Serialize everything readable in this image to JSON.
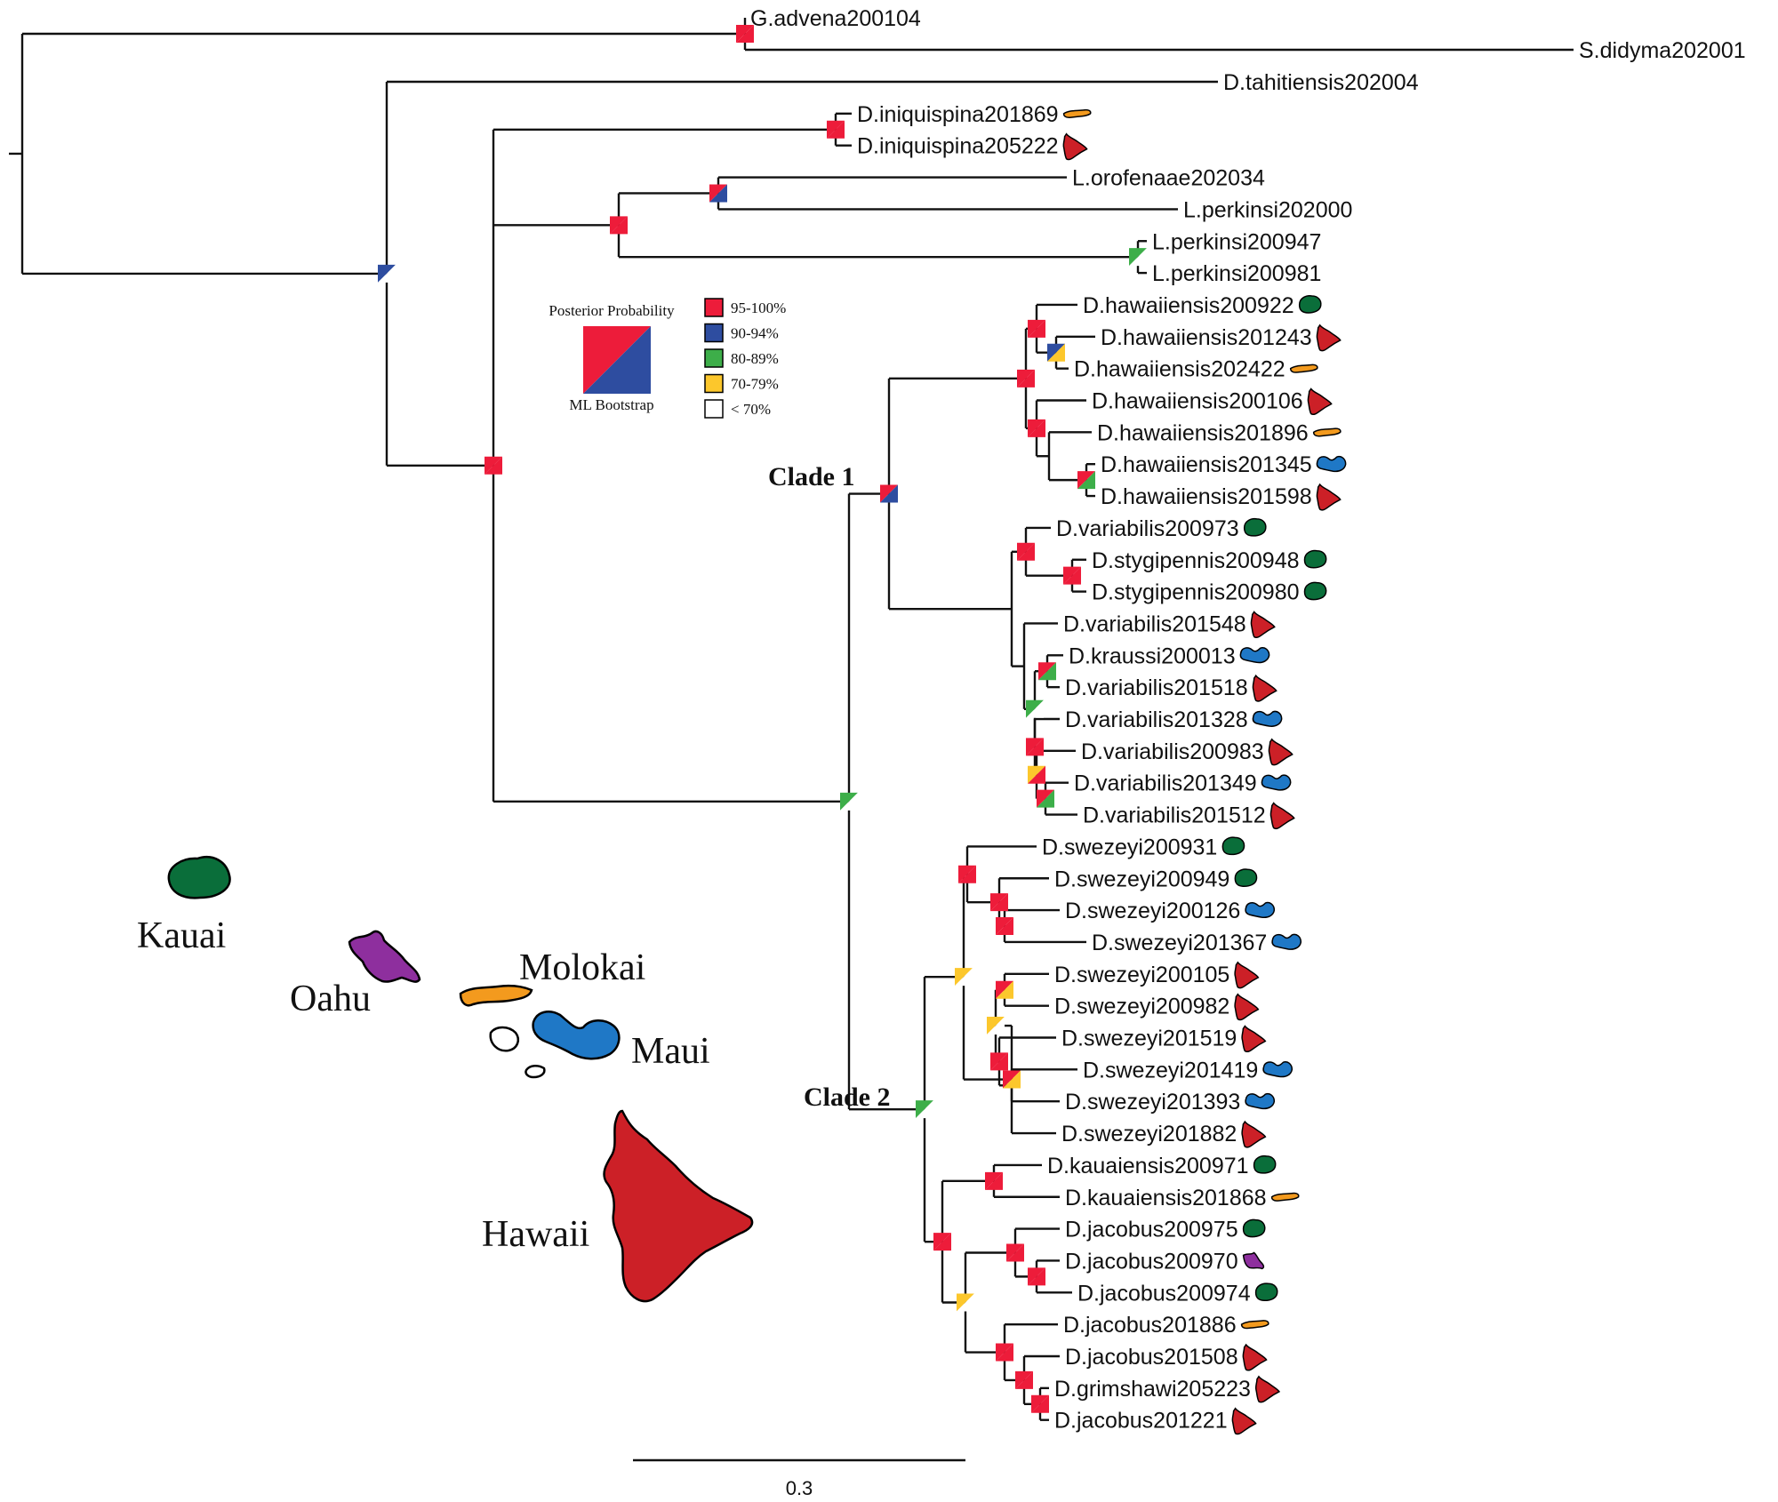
{
  "colors": {
    "pp95": "#ED1C3A",
    "bs90": "#2E4DA0",
    "c80": "#3DAE49",
    "c70": "#FCC72C",
    "kauai": "#0A6E3A",
    "oahu": "#8E2F9E",
    "molokai": "#F39A1E",
    "maui": "#1F78C6",
    "hawaii": "#CC2027"
  },
  "taxa": [
    {
      "label": "G.advena200104",
      "island": ""
    },
    {
      "label": "S.didyma202001",
      "island": ""
    },
    {
      "label": "D.tahitiensis202004",
      "island": ""
    },
    {
      "label": "D.iniquispina201869",
      "island": "molokai"
    },
    {
      "label": "D.iniquispina205222",
      "island": "hawaii"
    },
    {
      "label": "L.orofenaae202034",
      "island": ""
    },
    {
      "label": "L.perkinsi202000",
      "island": ""
    },
    {
      "label": "L.perkinsi200947",
      "island": ""
    },
    {
      "label": "L.perkinsi200981",
      "island": ""
    },
    {
      "label": "D.hawaiiensis200922",
      "island": "kauai"
    },
    {
      "label": "D.hawaiiensis201243",
      "island": "hawaii"
    },
    {
      "label": "D.hawaiiensis202422",
      "island": "molokai"
    },
    {
      "label": "D.hawaiiensis200106",
      "island": "hawaii"
    },
    {
      "label": "D.hawaiiensis201896",
      "island": "molokai"
    },
    {
      "label": "D.hawaiiensis201345",
      "island": "maui"
    },
    {
      "label": "D.hawaiiensis201598",
      "island": "hawaii"
    },
    {
      "label": "D.variabilis200973",
      "island": "kauai"
    },
    {
      "label": "D.stygipennis200948",
      "island": "kauai"
    },
    {
      "label": "D.stygipennis200980",
      "island": "kauai"
    },
    {
      "label": "D.variabilis201548",
      "island": "hawaii"
    },
    {
      "label": "D.kraussi200013",
      "island": "maui"
    },
    {
      "label": "D.variabilis201518",
      "island": "hawaii"
    },
    {
      "label": "D.variabilis201328",
      "island": "maui"
    },
    {
      "label": "D.variabilis200983",
      "island": "hawaii"
    },
    {
      "label": "D.variabilis201349",
      "island": "maui"
    },
    {
      "label": "D.variabilis201512",
      "island": "hawaii"
    },
    {
      "label": "D.swezeyi200931",
      "island": "kauai"
    },
    {
      "label": "D.swezeyi200949",
      "island": "kauai"
    },
    {
      "label": "D.swezeyi200126",
      "island": "maui"
    },
    {
      "label": "D.swezeyi201367",
      "island": "maui"
    },
    {
      "label": "D.swezeyi200105",
      "island": "hawaii"
    },
    {
      "label": "D.swezeyi200982",
      "island": "hawaii"
    },
    {
      "label": "D.swezeyi201519",
      "island": "hawaii"
    },
    {
      "label": "D.swezeyi201419",
      "island": "maui"
    },
    {
      "label": "D.swezeyi201393",
      "island": "maui"
    },
    {
      "label": "D.swezeyi201882",
      "island": "hawaii"
    },
    {
      "label": "D.kauaiensis200971",
      "island": "kauai"
    },
    {
      "label": "D.kauaiensis201868",
      "island": "molokai"
    },
    {
      "label": "D.jacobus200975",
      "island": "kauai"
    },
    {
      "label": "D.jacobus200970",
      "island": "oahu"
    },
    {
      "label": "D.jacobus200974",
      "island": "kauai"
    },
    {
      "label": "D.jacobus201886",
      "island": "molokai"
    },
    {
      "label": "D.jacobus201508",
      "island": "hawaii"
    },
    {
      "label": "D.grimshawi205223",
      "island": "hawaii"
    },
    {
      "label": "D.jacobus201221",
      "island": "hawaii"
    }
  ],
  "nodes": [
    {
      "pp": "95-100%",
      "bs": "95-100%"
    },
    {
      "pp": "95-100%",
      "bs": "95-100%"
    },
    {
      "pp": "95-100%",
      "bs": "95-100%"
    },
    {
      "pp": "80-89%",
      "bs": "< 70%"
    },
    {
      "pp": "95-100%",
      "bs": "95-100%"
    },
    {
      "pp": "95-100%",
      "bs": "90-94%"
    },
    {
      "pp": "90-94%",
      "bs": "< 70%"
    },
    {
      "pp": "95-100%",
      "bs": "95-100%"
    },
    {
      "pp": "95-100%",
      "bs": "95-100%"
    },
    {
      "pp": "90-94%",
      "bs": "70-79%"
    },
    {
      "pp": "95-100%",
      "bs": "95-100%"
    },
    {
      "pp": "95-100%",
      "bs": "80-89%"
    },
    {
      "pp": "95-100%",
      "bs": "90-94%"
    },
    {
      "pp": "95-100%",
      "bs": "95-100%"
    },
    {
      "pp": "95-100%",
      "bs": "95-100%"
    },
    {
      "pp": "80-89%",
      "bs": "< 70%"
    },
    {
      "pp": "95-100%",
      "bs": "80-89%"
    },
    {
      "pp": "95-100%",
      "bs": "95-100%"
    },
    {
      "pp": "70-79%",
      "bs": "95-100%"
    },
    {
      "pp": "95-100%",
      "bs": "80-89%"
    },
    {
      "pp": "80-89%",
      "bs": "< 70%"
    },
    {
      "pp": "80-89%",
      "bs": "< 70%"
    },
    {
      "pp": "70-79%",
      "bs": "< 70%"
    },
    {
      "pp": "95-100%",
      "bs": "95-100%"
    },
    {
      "pp": "95-100%",
      "bs": "95-100%"
    },
    {
      "pp": "95-100%",
      "bs": "95-100%"
    },
    {
      "pp": "95-100%",
      "bs": "70-79%"
    },
    {
      "pp": "70-79%",
      "bs": "< 70%"
    },
    {
      "pp": "95-100%",
      "bs": "95-100%"
    },
    {
      "pp": "95-100%",
      "bs": "70-79%"
    },
    {
      "pp": "70-79%",
      "bs": "< 70%"
    },
    {
      "pp": "95-100%",
      "bs": "95-100%"
    },
    {
      "pp": "95-100%",
      "bs": "95-100%"
    },
    {
      "pp": "95-100%",
      "bs": "95-100%"
    },
    {
      "pp": "95-100%",
      "bs": "95-100%"
    },
    {
      "pp": "95-100%",
      "bs": "95-100%"
    },
    {
      "pp": "95-100%",
      "bs": "95-100%"
    },
    {
      "pp": "95-100%",
      "bs": "95-100%"
    },
    {
      "pp": "95-100%",
      "bs": "95-100%"
    },
    {
      "pp": "95-100%",
      "bs": "95-100%"
    },
    {
      "pp": "95-100%",
      "bs": "95-100%"
    },
    {
      "pp": "95-100%",
      "bs": "95-100%"
    }
  ],
  "clades": {
    "clade1": "Clade 1",
    "clade2": "Clade 2"
  },
  "legend": {
    "pp_label": "Posterior Probability",
    "bs_label": "ML Bootstrap",
    "bins": [
      {
        "label": "95-100%",
        "color": "#ED1C3A"
      },
      {
        "label": "90-94%",
        "color": "#2E4DA0"
      },
      {
        "label": "80-89%",
        "color": "#3DAE49"
      },
      {
        "label": "70-79%",
        "color": "#FCC72C"
      },
      {
        "label": "< 70%",
        "color": "#FFFFFF"
      }
    ]
  },
  "islands": {
    "kauai": "Kauai",
    "oahu": "Oahu",
    "molokai": "Molokai",
    "maui": "Maui",
    "hawaii": "Hawaii"
  },
  "scale": {
    "label": "0.3"
  }
}
